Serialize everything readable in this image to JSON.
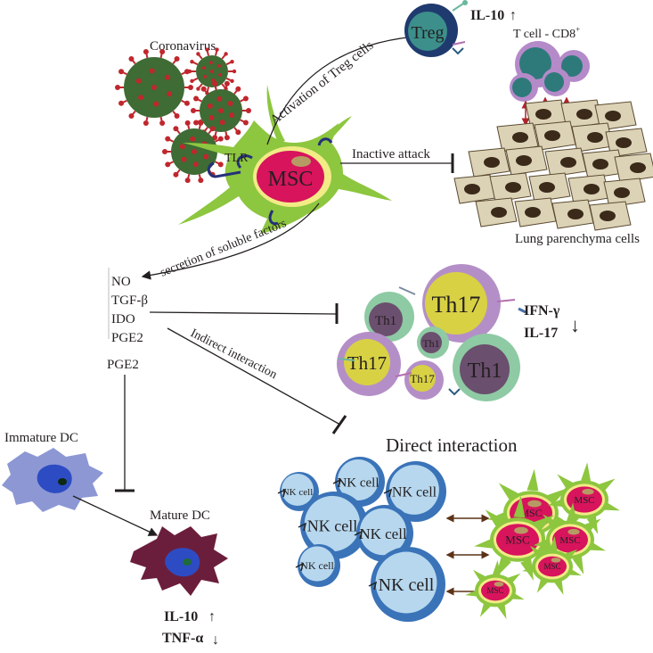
{
  "labels": {
    "coronavirus": "Coronavirus",
    "tlr": "TLR",
    "msc": "MSC",
    "treg": "Treg",
    "il10_top": "IL-10",
    "cd8_prefix": "T cell - CD8",
    "cd8_sup": "+",
    "activation": "Activation of Treg cells",
    "inactive_attack": "Inactive attack",
    "lung": "Lung parenchyma cells",
    "secretion": "secretion of soluble factors",
    "factors": [
      "NO",
      "TGF-β",
      "IDO",
      "PGE2"
    ],
    "pge2": "PGE2",
    "indirect": "Indirect interaction",
    "th17": "Th17",
    "th1": "Th1",
    "ifn_gamma": "IFN-γ",
    "il17": "IL-17",
    "immature_dc": "Immature DC",
    "mature_dc": "Mature DC",
    "il10_bottom": "IL-10",
    "tnf_alpha": "TNF-α",
    "direct": "Direct interaction",
    "nk_cell": "NK cell",
    "up_arrow": "↑",
    "down_arrow": "↓"
  },
  "colors": {
    "virus": "#3f6b34",
    "spike": "#c0272d",
    "msc_green": "#8dc63f",
    "msc_body": "#d7145c",
    "treg_outer": "#1f3a6e",
    "treg_inner": "#3c8f8b",
    "cd8_outer": "#b58ac9",
    "cd8_inner": "#2e7a7a",
    "lung_cell": "#dcd3b7",
    "lung_nucleus": "#3b2a1a",
    "th17_outer": "#b48fc7",
    "th17_inner": "#d8d144",
    "th1_outer": "#8ecaa4",
    "th1_inner": "#6b4f6e",
    "nk_outer": "#3a73b8",
    "nk_inner": "#b6d7ee",
    "immature_dc": "#8c97d4",
    "mature_dc": "#6b1e3c",
    "arrow_brown": "#5c3317"
  }
}
